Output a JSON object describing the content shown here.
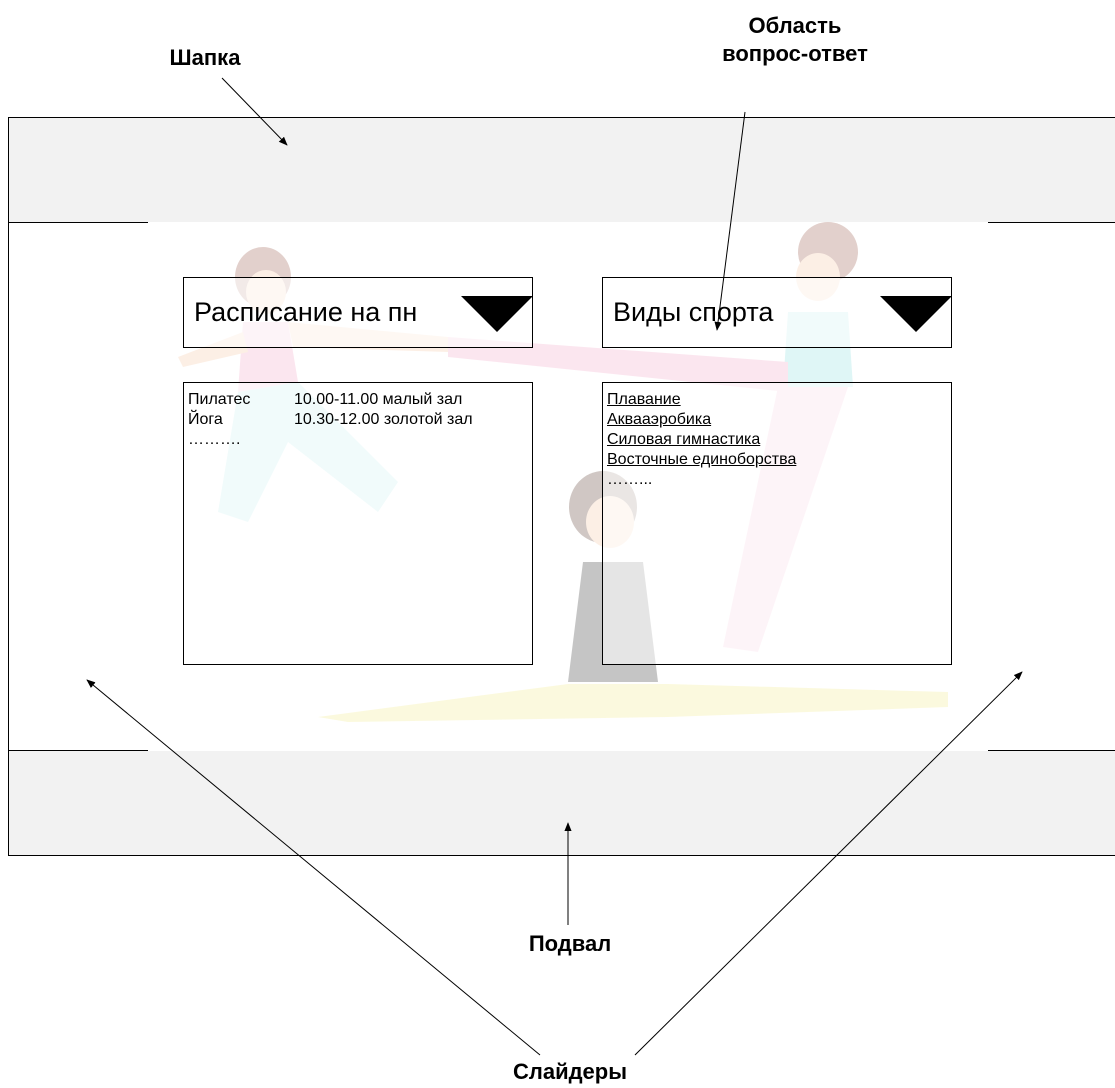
{
  "labels": {
    "header": "Шапка",
    "qa_area_line1": "Область",
    "qa_area_line2": "вопрос-ответ",
    "footer": "Подвал",
    "sliders": "Слайдеры"
  },
  "schedule": {
    "dropdown_label": "Расписание на пн",
    "rows": [
      {
        "name": "Пилатес",
        "info": "10.00-11.00 малый зал"
      },
      {
        "name": "Йога",
        "info": "10.30-12.00 золотой зал"
      }
    ],
    "ellipsis": "………."
  },
  "sports": {
    "dropdown_label": "Виды спорта",
    "links": [
      "Плавание",
      "Аквааэробика",
      "Силовая гимнастика",
      "Восточные единоборства"
    ],
    "ellipsis": "……..."
  },
  "colors": {
    "region_fill": "#f2f2f2",
    "figure_pink": "#f4a7c8",
    "figure_cyan": "#8fe0e0",
    "figure_yellow": "#f3ec8a"
  }
}
